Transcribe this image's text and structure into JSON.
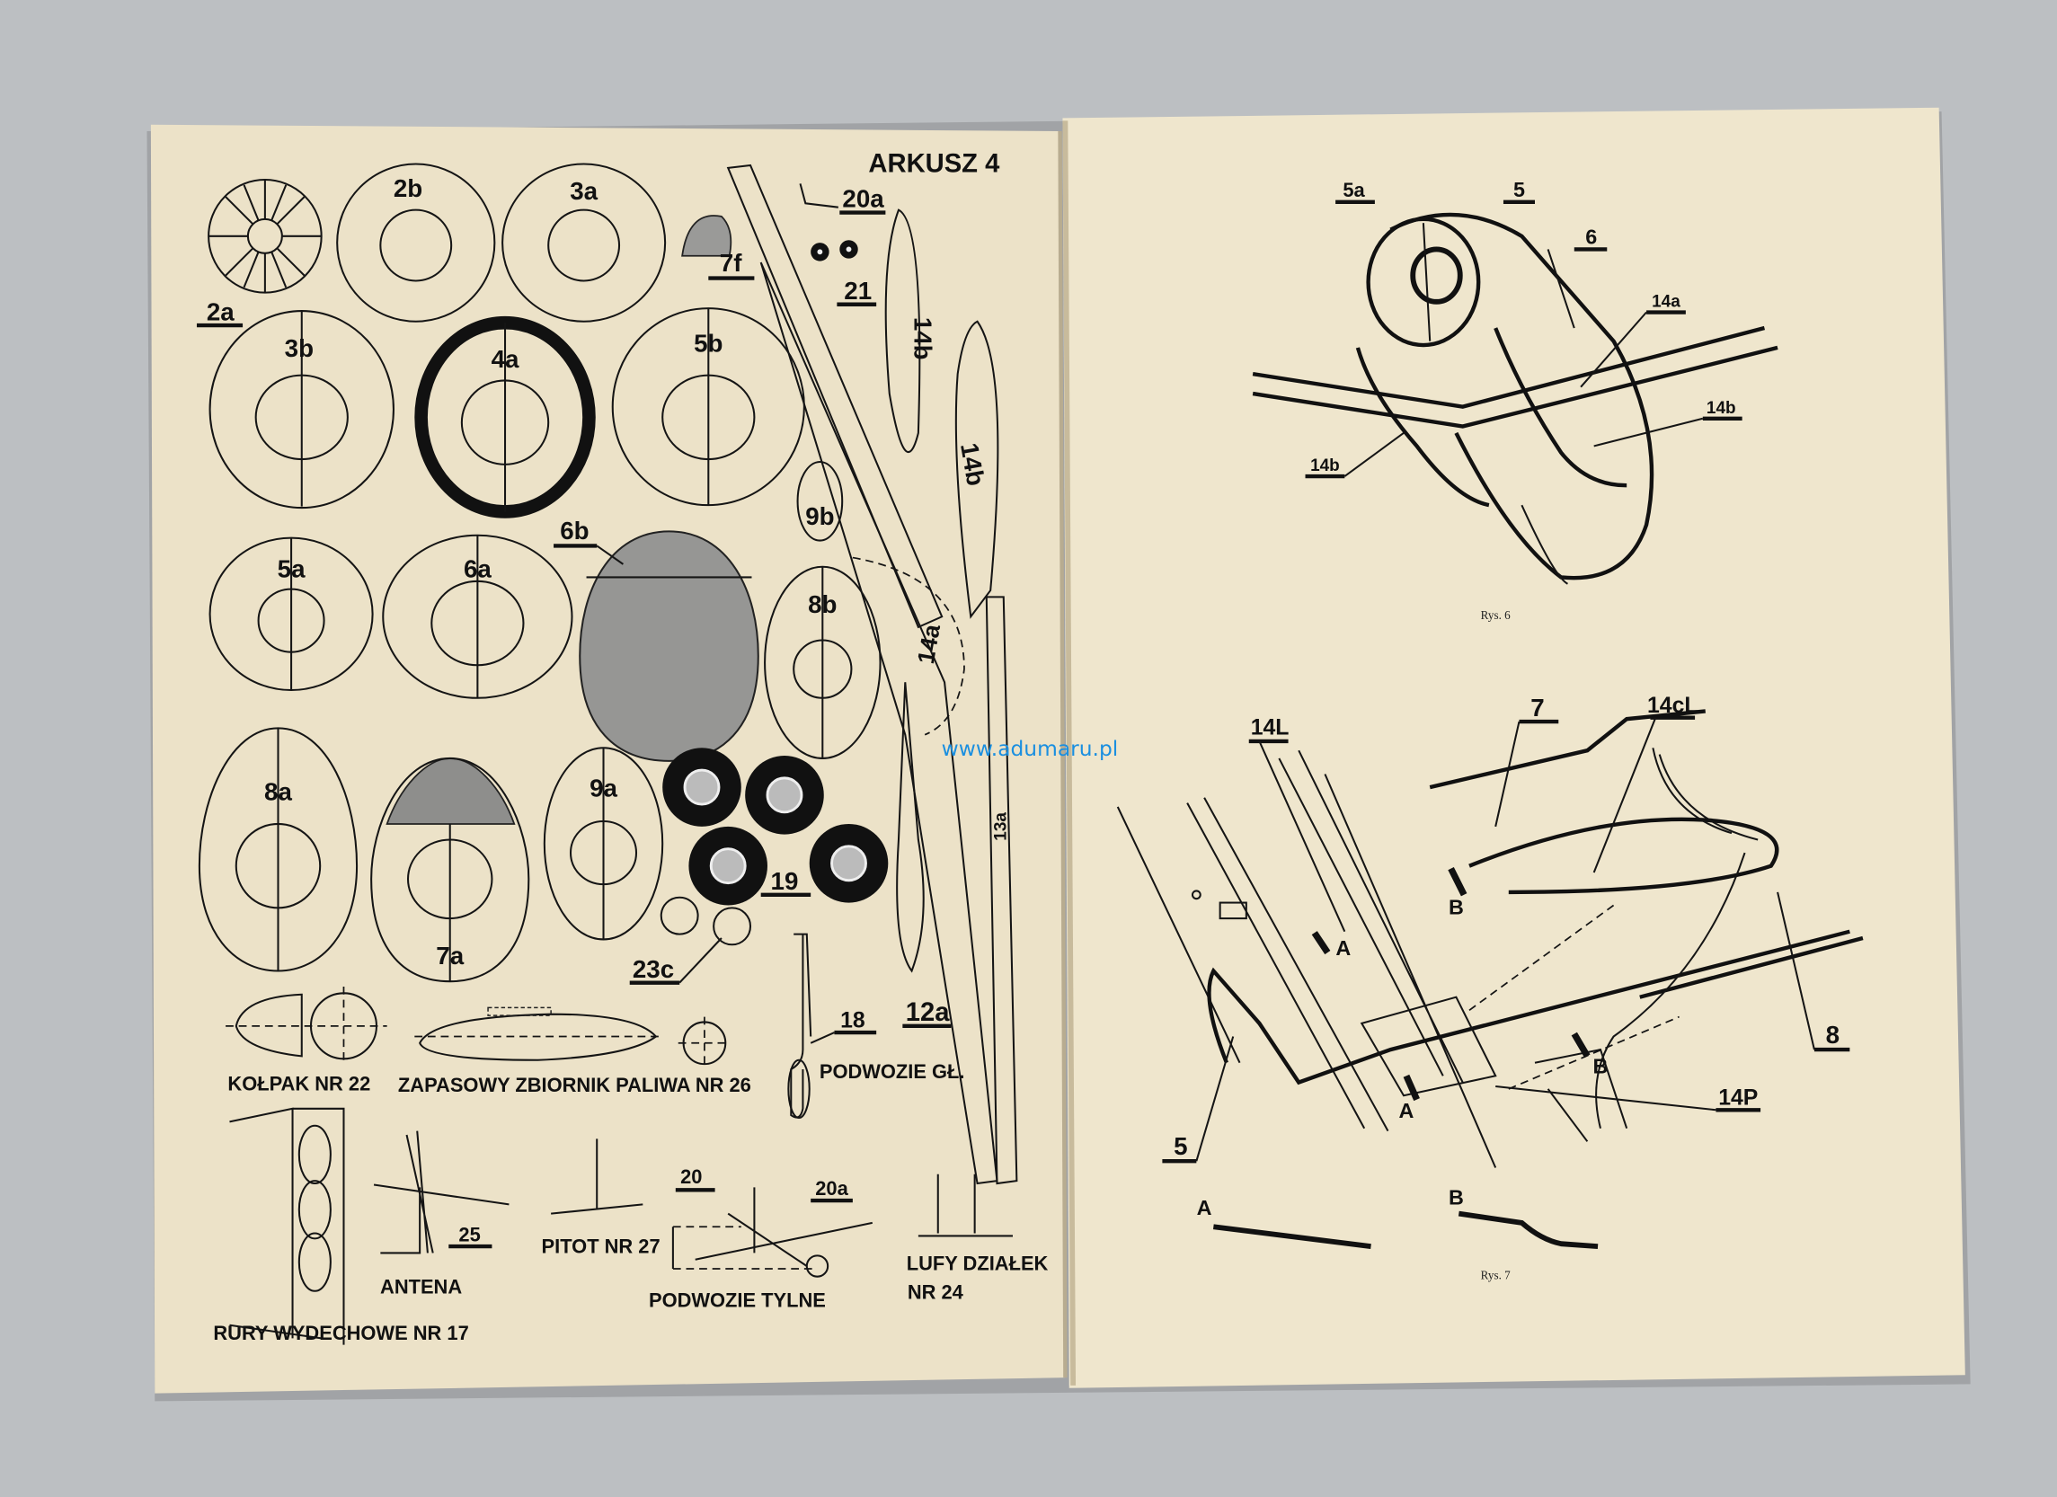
{
  "watermark": "www.adumaru.pl",
  "left_page": {
    "sheet_title": "ARKUSZ 4",
    "parts": {
      "p2a": "2a",
      "p2b": "2b",
      "p3a": "3a",
      "p7f": "7f",
      "p20a": "20a",
      "p21": "21",
      "p3b": "3b",
      "p4a": "4a",
      "p5b": "5b",
      "p14b_1": "14b",
      "p14b_2": "14b",
      "p9b": "9b",
      "p5a": "5a",
      "p6a": "6a",
      "p6b": "6b",
      "p8b": "8b",
      "p14a": "14a",
      "p8a": "8a",
      "p7a": "7a",
      "p9a": "9a",
      "p19": "19",
      "p23c": "23c",
      "p13a": "13a",
      "p12a": "12a",
      "p18": "18",
      "p25": "25",
      "p20": "20",
      "p20a_2": "20a"
    },
    "captions": {
      "kolpak": "KOŁPAK NR 22",
      "zbiornik": "ZAPASOWY ZBIORNIK PALIWA NR 26",
      "podwozie_gl": "PODWOZIE GŁ.",
      "rury": "RURY WYDECHOWE NR 17",
      "antena": "ANTENA",
      "pitot": "PITOT NR 27",
      "podwozie_tylne": "PODWOZIE TYLNE",
      "lufy_1": "LUFY DZIAŁEK",
      "lufy_2": "NR 24"
    }
  },
  "right_page": {
    "fig6": {
      "caption": "Rys. 6",
      "labels": {
        "l5a": "5a",
        "l5": "5",
        "l6": "6",
        "l14a": "14a",
        "l14b_r": "14b",
        "l14b_l": "14b"
      }
    },
    "fig7": {
      "caption": "Rys. 7",
      "labels": {
        "l14L": "14L",
        "l7": "7",
        "l14cL": "14cL",
        "l8": "8",
        "l14P": "14P",
        "l5": "5",
        "a1": "A",
        "a2": "A",
        "a3": "A",
        "b1": "B",
        "b2": "B",
        "b3": "B"
      }
    }
  }
}
